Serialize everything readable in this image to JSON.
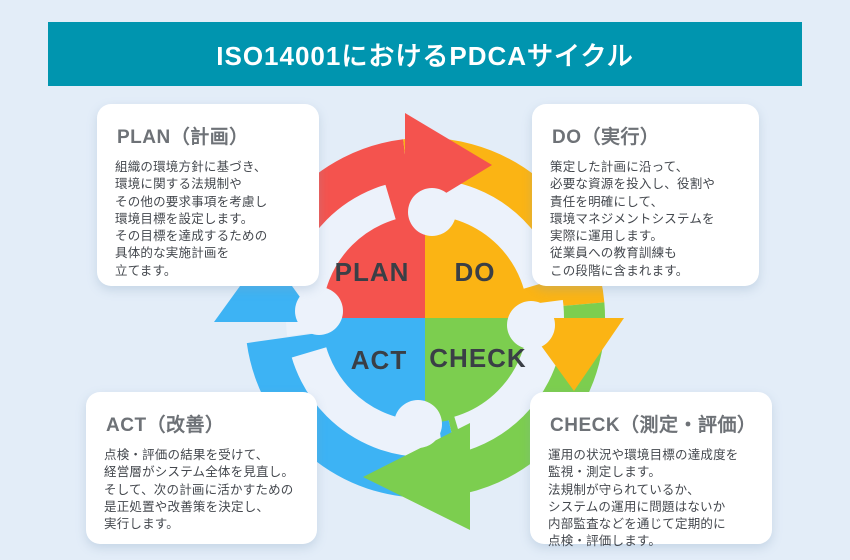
{
  "header": {
    "title": "ISO14001におけるPDCAサイクル"
  },
  "colors": {
    "page_bg": "#E3EDF8",
    "header_bg": "#0095AF",
    "header_text": "#FFFFFF",
    "plan_red": "#F4534E",
    "do_yellow": "#FBB414",
    "check_green": "#7CCE4F",
    "act_blue": "#3DB3F4",
    "ring_light_blue": "#ECF2FB",
    "card_bg": "#FFFFFF",
    "disc_label_text": "#3A3F46",
    "card_title_text": "#6E7277",
    "card_body_text": "#44484E"
  },
  "cycle": {
    "labels": {
      "plan": "PLAN",
      "do": "DO",
      "act": "ACT",
      "check": "CHECK"
    }
  },
  "cards": {
    "plan": {
      "title": "PLAN（計画）",
      "lines": [
        "組織の環境方針に基づき、",
        "環境に関する法規制や",
        "その他の要求事項を考慮し",
        "環境目標を設定します。",
        "その目標を達成するための",
        "具体的な実施計画を",
        "立てます。"
      ]
    },
    "do": {
      "title": "DO（実行）",
      "lines": [
        "策定した計画に沿って、",
        "必要な資源を投入し、役割や",
        "責任を明確にして、",
        "環境マネジメントシステムを",
        "実際に運用します。",
        "従業員への教育訓練も",
        "この段階に含まれます。"
      ]
    },
    "act": {
      "title": "ACT（改善）",
      "lines": [
        "点検・評価の結果を受けて、",
        "経営層がシステム全体を見直し。",
        "そして、次の計画に活かすための",
        "是正処置や改善策を決定し、",
        "実行します。"
      ]
    },
    "check": {
      "title": "CHECK（測定・評価）",
      "lines": [
        "運用の状況や環境目標の達成度を",
        "監視・測定します。",
        "法規制が守られているか、",
        "システムの運用に問題はないか",
        "内部監査などを通じて定期的に",
        "点検・評価します。"
      ]
    }
  }
}
